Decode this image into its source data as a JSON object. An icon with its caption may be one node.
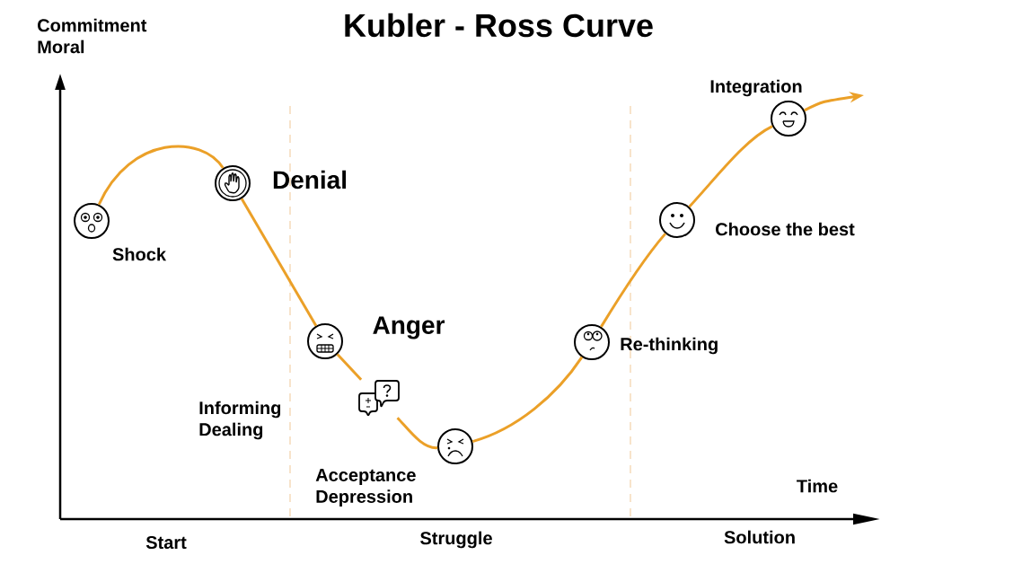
{
  "diagram": {
    "title": "Kubler - Ross Curve",
    "nodes": [
      {
        "text": [],
        "shape": "circle",
        "beside": [
          "Shock"
        ]
      },
      {
        "text": [],
        "shape": "circle",
        "beside": [
          "Denial"
        ]
      },
      {
        "text": [],
        "shape": "circle",
        "beside": [
          "Anger"
        ]
      },
      {
        "text": [],
        "shape": "picture"
      },
      {
        "text": [],
        "shape": "circle",
        "beside": [
          "Acceptance Depression"
        ]
      },
      {
        "text": [],
        "shape": "circle",
        "beside": [
          "Re-thinking"
        ]
      },
      {
        "text": [],
        "shape": "circle",
        "beside": [
          "Choose the best"
        ]
      },
      {
        "text": [],
        "shape": "circle",
        "beside": [
          "Integration"
        ]
      }
    ],
    "edges": [
      {
        "from": 0,
        "to": 1,
        "arrow": "none"
      },
      {
        "from": 1,
        "to": 2,
        "arrow": "none"
      },
      {
        "from": 2,
        "to": 3,
        "arrow": "none"
      },
      {
        "from": 3,
        "to": 4,
        "arrow": "none"
      },
      {
        "from": 4,
        "to": 5,
        "arrow": "none"
      },
      {
        "from": 5,
        "to": 6,
        "arrow": "none"
      },
      {
        "from": 6,
        "to": 7,
        "arrow": "none"
      },
      {
        "from": 7,
        "to": null,
        "arrow": "to"
      }
    ],
    "labels": [
      "Commitment Moral",
      "Informing Dealing",
      "Time",
      "Start",
      "Struggle",
      "Solution"
    ]
  }
}
